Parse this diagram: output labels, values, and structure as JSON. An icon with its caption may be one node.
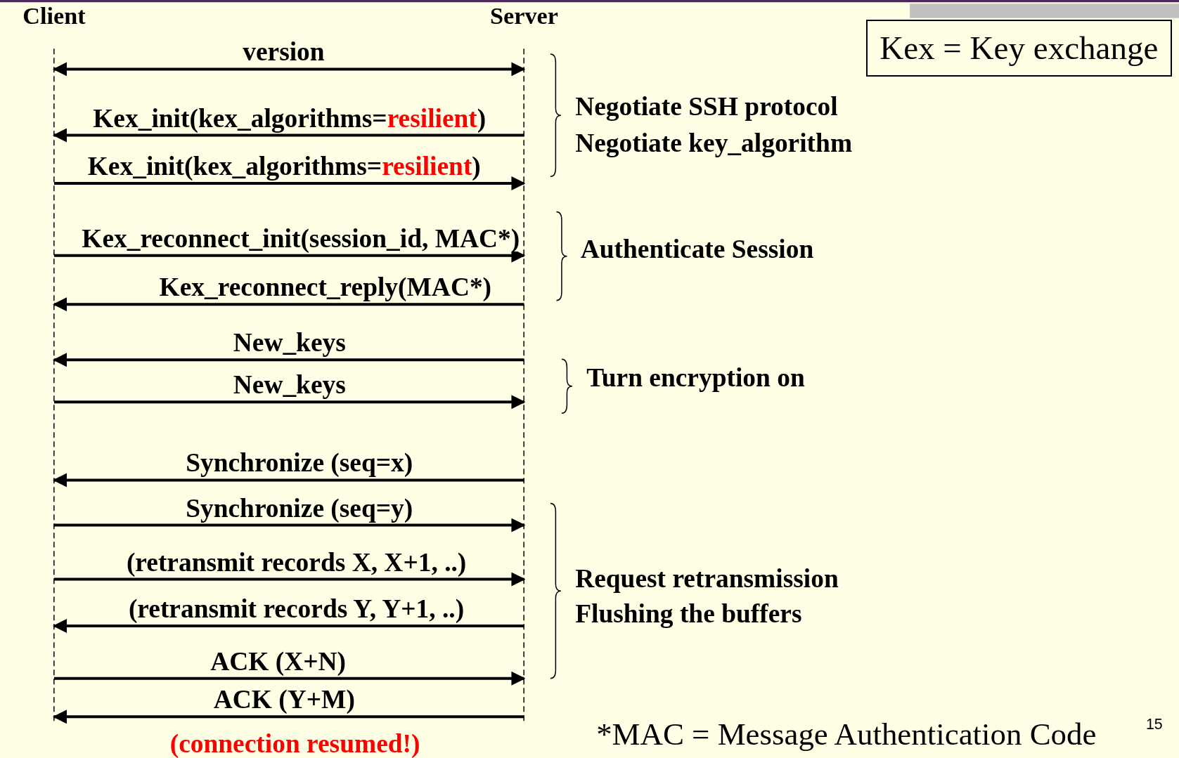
{
  "diagram": {
    "nodes": [
      {
        "text": [
          "Client"
        ]
      },
      {
        "text": [
          "Server"
        ]
      }
    ],
    "edges": [
      {
        "from": 0,
        "to": 1,
        "arrow": "both",
        "label": "version"
      },
      {
        "from": 1,
        "to": 0,
        "arrow": "to",
        "label": "Kex_init(kex_algorithms=*resilient*)"
      },
      {
        "from": 0,
        "to": 1,
        "arrow": "to",
        "label": "Kex_init(kex_algorithms=*resilient*)"
      },
      {
        "from": 0,
        "to": 1,
        "arrow": "to",
        "label": "Kex_reconnect_init(session_id, MAC*)"
      },
      {
        "from": 1,
        "to": 0,
        "arrow": "to",
        "label": "Kex_reconnect_reply(MAC*)"
      },
      {
        "from": 1,
        "to": 0,
        "arrow": "to",
        "label": "New_keys"
      },
      {
        "from": 0,
        "to": 1,
        "arrow": "to",
        "label": "New_keys"
      },
      {
        "from": 1,
        "to": 0,
        "arrow": "to",
        "label": "Synchronize (seq=x)"
      },
      {
        "from": 0,
        "to": 1,
        "arrow": "to",
        "label": "Synchronize (seq=y)"
      },
      {
        "from": 0,
        "to": 1,
        "arrow": "to",
        "label": "(retransmit records X, X+1, ..)"
      },
      {
        "from": 1,
        "to": 0,
        "arrow": "to",
        "label": "(retransmit records Y, Y+1, ..)"
      },
      {
        "from": 0,
        "to": 1,
        "arrow": "to",
        "label": "ACK (X+N)"
      },
      {
        "from": 1,
        "to": 0,
        "arrow": "to",
        "label": "ACK (Y+M)"
      }
    ],
    "labels": [
      "Kex = Key exchange",
      "Negotiate SSH protocol",
      "Negotiate key_algorithm",
      "Authenticate Session",
      "Turn encryption on",
      "Request retransmission",
      "Flushing the buffers",
      "(connection resumed!)",
      "*MAC = Message Authentication Code",
      "15"
    ]
  }
}
